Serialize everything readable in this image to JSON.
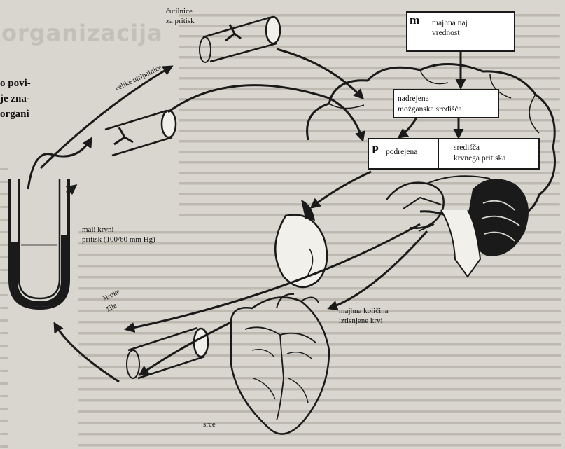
{
  "page": {
    "background_title": "organizacija",
    "left_heading": [
      "o povi-",
      "je zna-",
      "organi"
    ]
  },
  "diagram": {
    "labels": {
      "receptors": [
        "čutilnice",
        "za pritisk"
      ],
      "big_impulses": "velike utripalnice",
      "low_pressure": [
        "mali krvni",
        "pritisk (100/60 mm Hg)"
      ],
      "wide_vessels": [
        "široke",
        "žile"
      ],
      "small_volume": [
        "majhna količina",
        "iztisnjene krvi"
      ],
      "heart": "srce"
    },
    "boxes": {
      "small_value": [
        "majhna naj",
        "vrednost"
      ],
      "small_value_prefix": "m",
      "superior": [
        "nadrejena",
        "možganska središča"
      ],
      "subordinate_letter": "P",
      "subordinate": "podrejena",
      "blood_pressure_centers": [
        "središča",
        "krvnega pritiska"
      ]
    }
  },
  "colors": {
    "paper": "#d9d6cf",
    "ink": "#1a1a1a",
    "faded_text": "#bdb9b1",
    "box_fill": "#ffffff"
  }
}
